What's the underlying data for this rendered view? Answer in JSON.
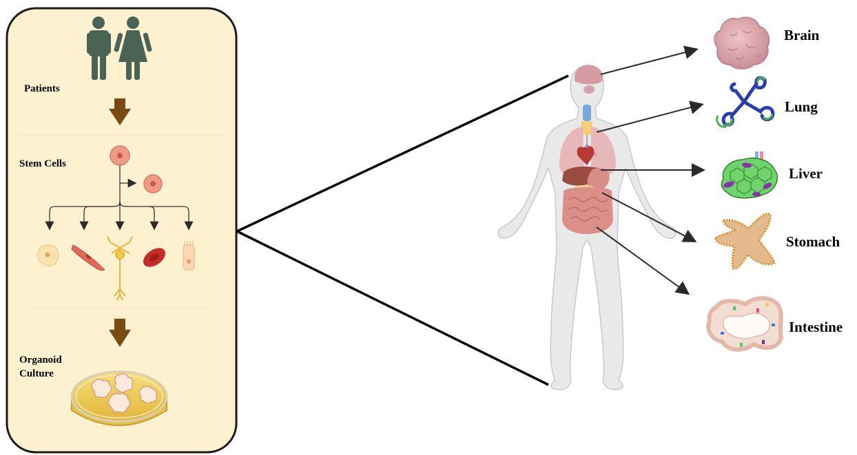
{
  "left_panel": {
    "patients_label": "Patients",
    "stem_cells_label": "Stem Cells",
    "organoid_label_line1": "Organoid",
    "organoid_label_line2": "Culture"
  },
  "organoids": [
    {
      "key": "brain",
      "label": "Brain"
    },
    {
      "key": "lung",
      "label": "Lung"
    },
    {
      "key": "liver",
      "label": "Liver"
    },
    {
      "key": "stomach",
      "label": "Stomach"
    },
    {
      "key": "intestine",
      "label": "Intestine"
    }
  ],
  "colors": {
    "panel_fill": "#fdf1cf",
    "panel_stroke": "#1a1a1a",
    "person_color": "#4a6354",
    "down_arrow": "#7a4a12",
    "brain": "#d9a3aa",
    "lung_blue": "#2b3fa8",
    "lung_green": "#4caf50",
    "liver_green": "#6fd46b",
    "liver_purple": "#8b2fb0",
    "stomach": "#e3b98d",
    "stomach_rim": "#d98a1e",
    "intestine": "#f2ddd2"
  },
  "icons": [
    "man-icon",
    "woman-icon",
    "stem-cell-icon",
    "fat-cell-icon",
    "muscle-cell-icon",
    "neuron-icon",
    "red-blood-cell-icon",
    "epithelial-cell-icon",
    "petri-dish-icon",
    "human-body-icon"
  ]
}
